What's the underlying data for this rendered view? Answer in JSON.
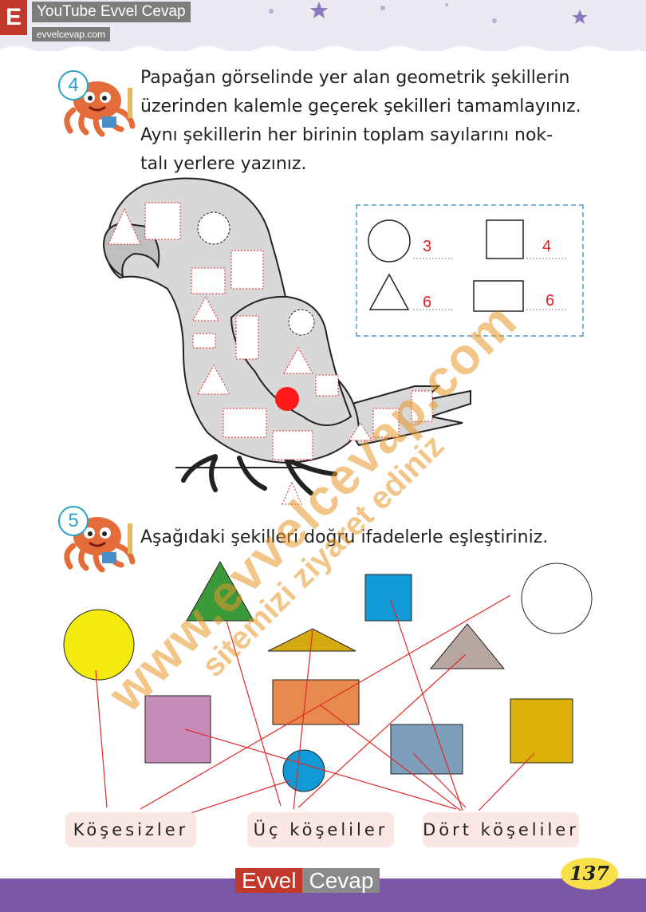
{
  "header": {
    "brand_letter": "E",
    "brand_title": "YouTube Evvel Cevap",
    "brand_url": "evvelcevap.com"
  },
  "question4": {
    "number": "4",
    "lines": [
      "Papağan görselinde yer alan geometrik şekillerin",
      "üzerinden kalemle geçerek şekilleri tamamlayınız.",
      "Aynı şekillerin her birinin toplam sayılarını nok-",
      "talı yerlere yazınız."
    ],
    "answers": {
      "circle": "3",
      "square": "4",
      "triangle": "6",
      "rectangle": "6"
    }
  },
  "question5": {
    "number": "5",
    "text": "Aşağıdaki şekilleri doğru ifadelerle eşleştiriniz.",
    "labels": {
      "no_corners": "Köşesizler",
      "three_corners": "Üç köşeliler",
      "four_corners": "Dört köşeliler"
    }
  },
  "colors": {
    "green": "#3a9a3a",
    "mustard": "#d4aa10",
    "blue": "#129ad6",
    "taupe": "#b8a7a0",
    "yellow": "#f5ea0e",
    "orange": "#e8894e",
    "pink": "#c68cb9",
    "steel": "#7d9fbb",
    "gold": "#dcb20a",
    "match_line": "#e02a2a",
    "footer": "#7b56a4"
  },
  "watermark": {
    "main": "www.evvelcevap.com",
    "sub": "sitemizi ziyaret ediniz"
  },
  "footer": {
    "brand_a": "Evvel",
    "brand_b": "Cevap",
    "page_number": "137"
  }
}
